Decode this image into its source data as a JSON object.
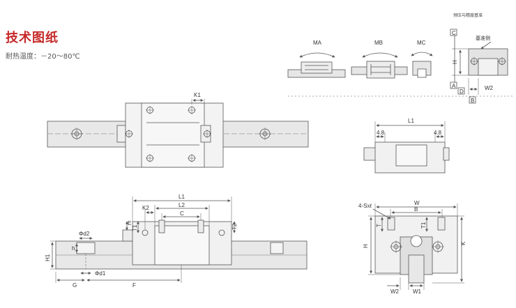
{
  "header": {
    "title": "技术图纸",
    "heat_resistance_label": "耐热温度：",
    "heat_resistance_value": "－20～80℃"
  },
  "moment_views": {
    "caption": "预压与精度基准",
    "labels": [
      "MA",
      "MB",
      "MC"
    ],
    "reference_side": "基准侧",
    "datum_labels": [
      "C",
      "A",
      "D",
      "B"
    ],
    "dims": [
      "H",
      "W2"
    ]
  },
  "top_view": {
    "dims": [
      "K1"
    ]
  },
  "side_view_small": {
    "dims": [
      "L1",
      "4.8",
      "4.8"
    ]
  },
  "front_view": {
    "dims": [
      "L1",
      "L2",
      "K2",
      "C",
      "E",
      "T1",
      "T2",
      "H1",
      "h",
      "Φd2",
      "Φd1",
      "G",
      "F"
    ]
  },
  "end_view": {
    "dims": [
      "4-Sxℓ",
      "W",
      "B",
      "T",
      "T1",
      "H",
      "K",
      "W2",
      "W1"
    ]
  }
}
